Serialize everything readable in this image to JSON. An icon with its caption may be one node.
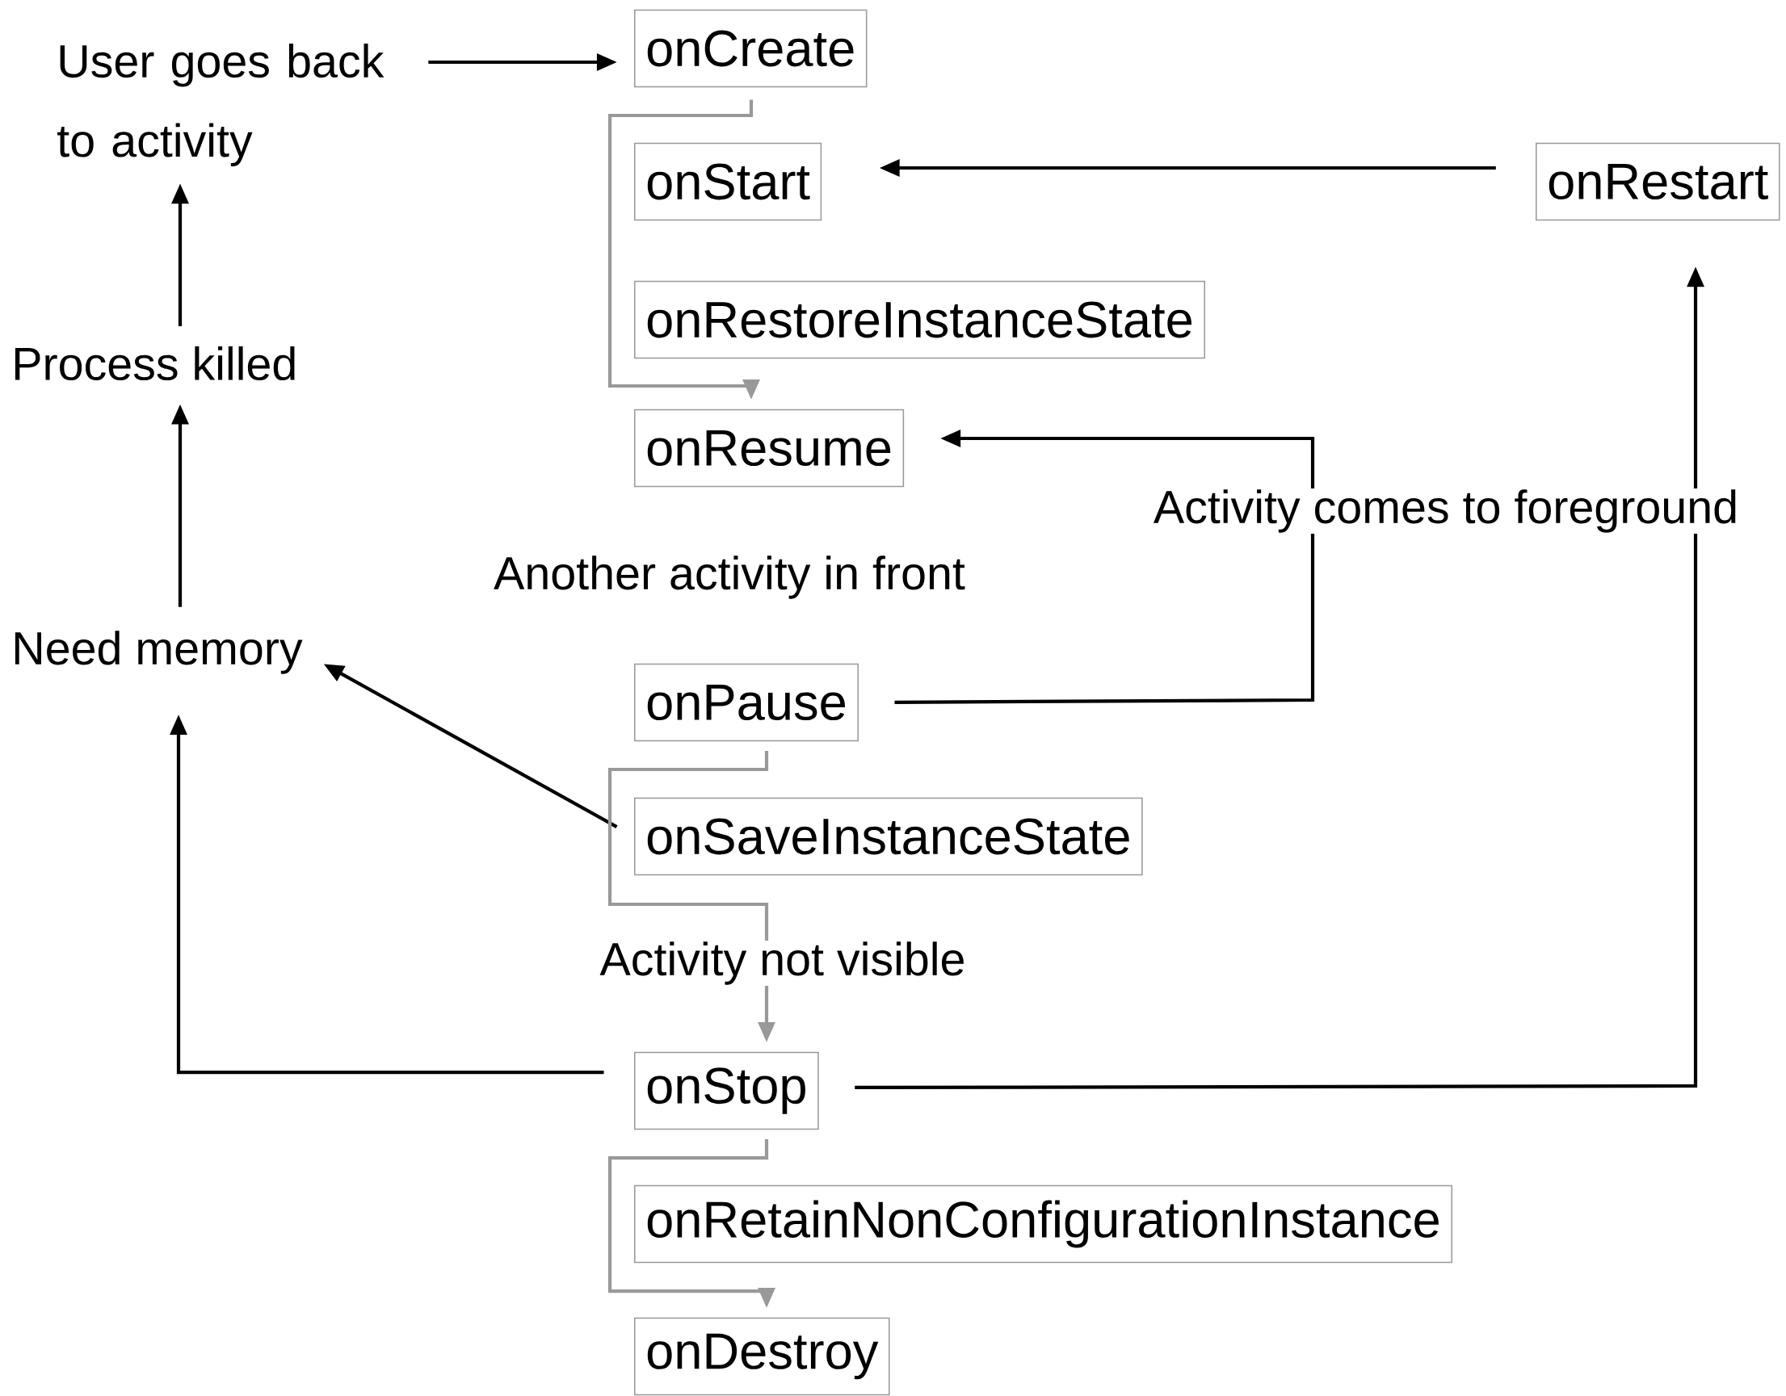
{
  "diagram": {
    "nodes": [
      {
        "text": [
          "User goes back to activity"
        ]
      },
      {
        "text": [
          "onCreate"
        ]
      },
      {
        "text": [
          "onStart"
        ]
      },
      {
        "text": [
          "onRestart"
        ]
      },
      {
        "text": [
          "onRestoreInstanceState"
        ]
      },
      {
        "text": [
          "Process killed"
        ]
      },
      {
        "text": [
          "onResume"
        ]
      },
      {
        "text": [
          "Need memory"
        ]
      },
      {
        "text": [
          "onPause"
        ]
      },
      {
        "text": [
          "onSaveInstanceState"
        ]
      },
      {
        "text": [
          "onStop"
        ]
      },
      {
        "text": [
          "onRetainNonConfigurationInstance"
        ]
      },
      {
        "text": [
          "onDestroy"
        ]
      }
    ],
    "edges": [
      {
        "from": 0,
        "to": 1,
        "arrow": "to"
      },
      {
        "from": 1,
        "to": 6,
        "arrow": "to",
        "color": "#999999"
      },
      {
        "from": 3,
        "to": 2,
        "arrow": "to"
      },
      {
        "from": 8,
        "to": 6,
        "arrow": "to",
        "label": "Activity comes to foreground"
      },
      {
        "from": 9,
        "to": 7,
        "arrow": "to"
      },
      {
        "from": 8,
        "to": 10,
        "arrow": "to",
        "color": "#999999",
        "label": "Activity not visible"
      },
      {
        "from": 10,
        "to": 7,
        "arrow": "to"
      },
      {
        "from": 10,
        "to": 3,
        "arrow": "to"
      },
      {
        "from": 10,
        "to": 12,
        "arrow": "to",
        "color": "#999999"
      },
      {
        "from": 7,
        "to": 5,
        "arrow": "to"
      },
      {
        "from": 5,
        "to": 0,
        "arrow": "to"
      }
    ],
    "labels": [
      "Another activity in front"
    ]
  }
}
